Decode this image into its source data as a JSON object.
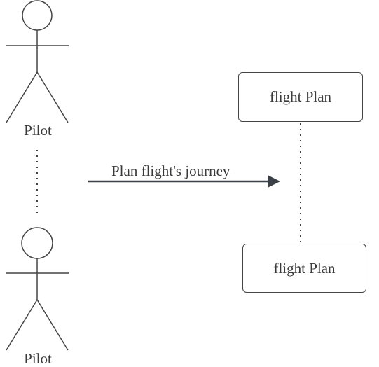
{
  "actors": [
    {
      "label": "Pilot"
    },
    {
      "label": "Pilot"
    }
  ],
  "message": {
    "label": "Plan flight's journey"
  },
  "objects": [
    {
      "label": "flight Plan"
    },
    {
      "label": "flight Plan"
    }
  ],
  "colors": {
    "line": "#444444",
    "text": "#3a3a3a",
    "background": "#ffffff"
  }
}
